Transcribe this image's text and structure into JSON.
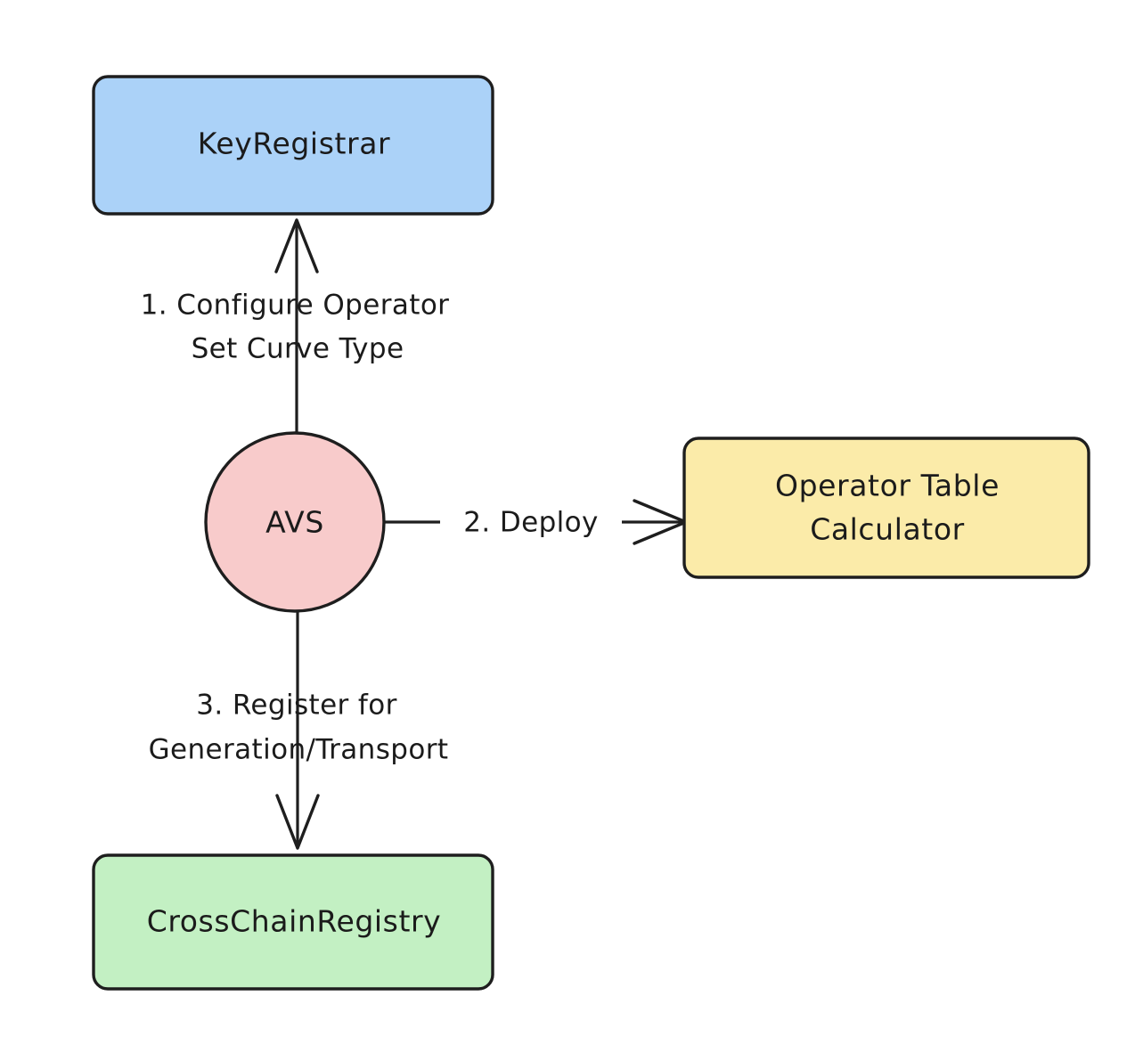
{
  "diagram": {
    "type": "flowchart",
    "direction": "top-down",
    "background": "#ffffff",
    "stroke_color": "#1e1e1e",
    "text_color": "#1b1b1b",
    "nodes": [
      {
        "id": "key-registrar",
        "label": "KeyRegistrar",
        "shape": "rounded-rect",
        "fill": "#abd2f8",
        "border": "#1e1e1e"
      },
      {
        "id": "avs",
        "label": "AVS",
        "shape": "circle",
        "fill": "#f8cbcb",
        "border": "#1e1e1e"
      },
      {
        "id": "operator-table-calculator",
        "label_line_1": "Operator Table",
        "label_line_2": "Calculator",
        "shape": "rounded-rect",
        "fill": "#fbeba9",
        "border": "#1e1e1e"
      },
      {
        "id": "cross-chain-registry",
        "label": "CrossChainRegistry",
        "shape": "rounded-rect",
        "fill": "#c3f0c3",
        "border": "#1e1e1e"
      }
    ],
    "edges": [
      {
        "id": "edge-configure",
        "from": "avs",
        "to": "key-registrar",
        "direction": "up",
        "arrow": "open",
        "label_line_1": "1. Configure Operator",
        "label_line_2": "Set Curve Type"
      },
      {
        "id": "edge-deploy",
        "from": "avs",
        "to": "operator-table-calculator",
        "direction": "right",
        "arrow": "open",
        "label": "2. Deploy"
      },
      {
        "id": "edge-register",
        "from": "avs",
        "to": "cross-chain-registry",
        "direction": "down",
        "arrow": "open",
        "label_line_1": "3. Register for",
        "label_line_2": "Generation/Transport"
      }
    ]
  }
}
